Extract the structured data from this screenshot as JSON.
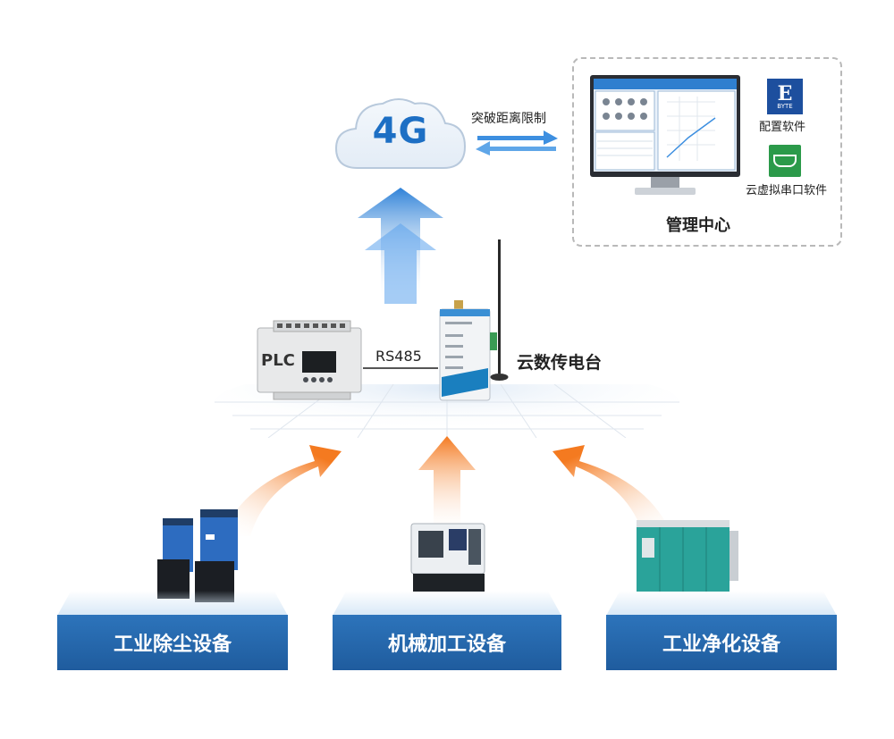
{
  "cloud": {
    "label": "4G"
  },
  "link": {
    "label": "突破距离限制"
  },
  "management": {
    "title": "管理中心",
    "software": [
      {
        "label": "配置软件",
        "icon": "byte-logo-icon",
        "logo_text": "BYTE",
        "logo_letter": "E"
      },
      {
        "label": "云虚拟串口软件",
        "icon": "serial-port-icon"
      }
    ]
  },
  "devices": {
    "plc": {
      "label": "PLC"
    },
    "bus": {
      "label": "RS485"
    },
    "dtu": {
      "label": "云数传电台"
    }
  },
  "categories": [
    {
      "label": "工业除尘设备"
    },
    {
      "label": "机械加工设备"
    },
    {
      "label": "工业净化设备"
    }
  ],
  "colors": {
    "accent_blue": "#1f5c9e",
    "arrow_orange": "#f47a20",
    "cloud_text": "#1d6fc4",
    "arrow_blue": "#3d8fe0",
    "dtu_teal": "#1a7fbf"
  }
}
